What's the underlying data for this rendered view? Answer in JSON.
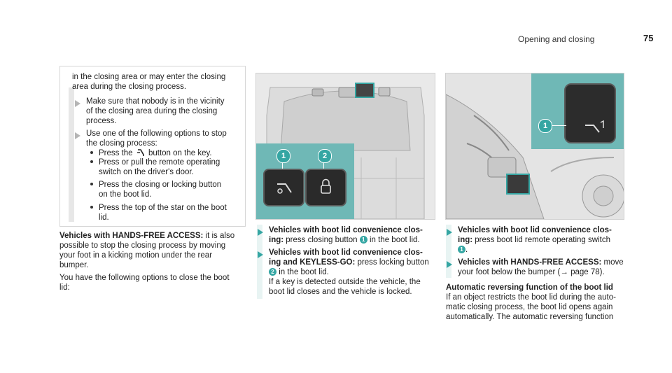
{
  "header": {
    "title": "Opening and closing",
    "page": "75"
  },
  "col1": {
    "intro_line1": "in the closing area or may enter the closing",
    "intro_line2": "area during the closing process.",
    "step1_line1": "Make sure that nobody is in the vicinity",
    "step1_line2": "of the closing area during the closing",
    "step1_line3": "process.",
    "step2_line1": "Use one of the following options to stop",
    "step2_line2": "the closing process:",
    "opt1_pre": "Press the",
    "opt1_post": "button on the key.",
    "opt2_line1": "Press or pull the remote operating",
    "opt2_line2": "switch on the driver's door.",
    "opt3_line1": "Press the closing or locking button",
    "opt3_line2": "on the boot lid.",
    "opt4_line1": "Press the top of the star on the boot",
    "opt4_line2": "lid.",
    "hf_bold": "Vehicles with HANDS-FREE ACCESS:",
    "hf_line1_rest": "it is also",
    "hf_line2": "possible to stop the closing process by moving",
    "hf_line3": "your foot in a kicking motion under the rear",
    "hf_line4": "bumper.",
    "opts_line1": "You have the following options to close the boot",
    "opts_line2": "lid:"
  },
  "col2": {
    "callout1": "1",
    "callout2": "2",
    "s1_bold1": "Vehicles with boot lid convenience clos-",
    "s1_bold2": "ing:",
    "s1_rest_pre": "press closing button",
    "s1_num": "1",
    "s1_rest_post": "in the boot lid.",
    "s2_bold1": "Vehicles with boot lid convenience clos-",
    "s2_bold2": "ing and KEYLESS-GO:",
    "s2_rest": "press locking button",
    "s2_num": "2",
    "s2_line3": "in the boot lid.",
    "s2_line4": "If a key is detected outside the vehicle, the",
    "s2_line5": "boot lid closes and the vehicle is locked."
  },
  "col3": {
    "callout1": "1",
    "s1_bold1": "Vehicles with boot lid convenience clos-",
    "s1_bold2": "ing:",
    "s1_rest": "press boot lid remote operating switch",
    "s1_num": "1",
    "s1_end": ".",
    "s2_bold": "Vehicles with HANDS-FREE ACCESS:",
    "s2_rest": "move",
    "s2_line2": "your foot below the bumper (→ page 78).",
    "heading": "Automatic reversing function of the boot lid",
    "p_line1": "If an object restricts the boot lid during the auto-",
    "p_line2": "matic closing process, the boot lid opens again",
    "p_line3": "automatically. The automatic reversing function"
  },
  "colors": {
    "accent": "#35a6a3",
    "highlight": "#6fb8b6"
  }
}
